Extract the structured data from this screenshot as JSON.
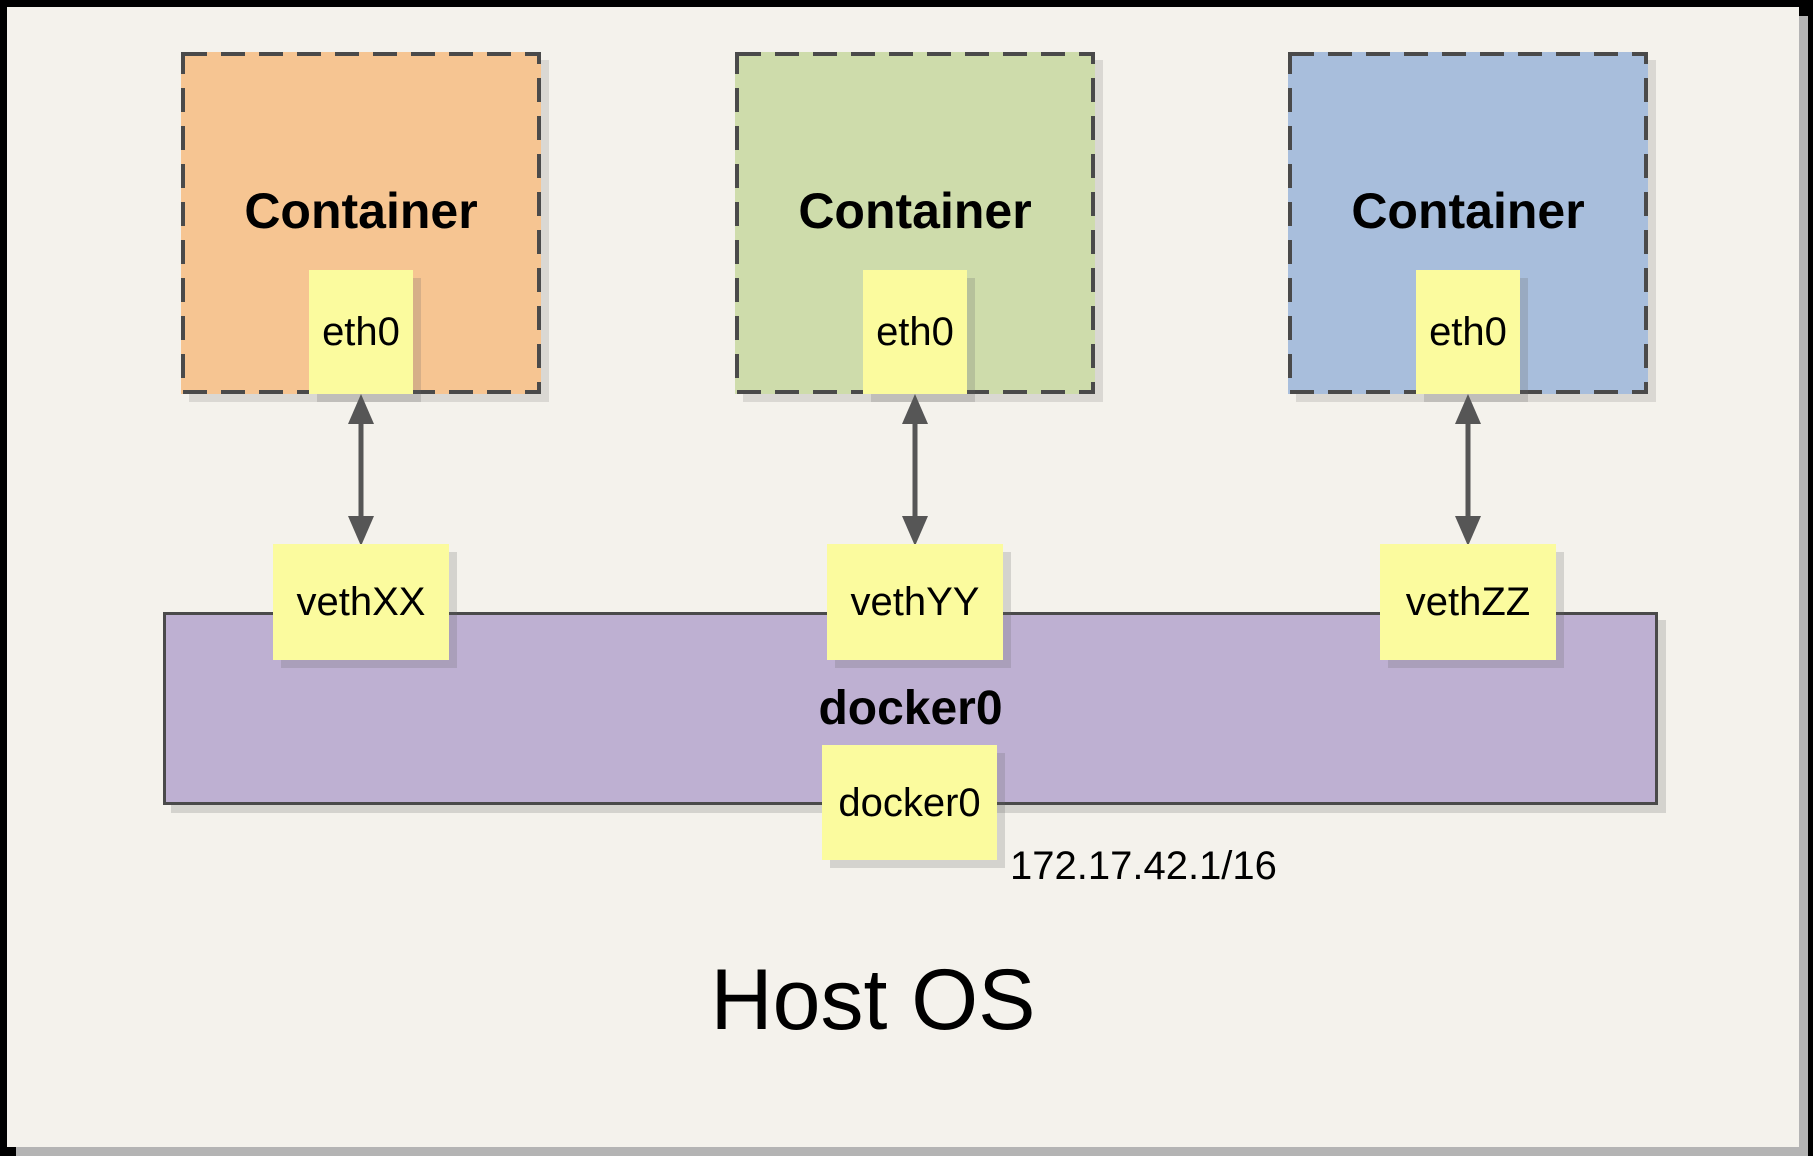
{
  "containers": [
    {
      "title": "Container",
      "interface": "eth0",
      "veth": "vethXX",
      "fill": "#F6C592"
    },
    {
      "title": "Container",
      "interface": "eth0",
      "veth": "vethYY",
      "fill": "#CEDCAB"
    },
    {
      "title": "Container",
      "interface": "eth0",
      "veth": "vethZZ",
      "fill": "#A8BEDC"
    }
  ],
  "bridge": {
    "title": "docker0",
    "interface": "docker0",
    "ip": "172.17.42.1/16",
    "fill": "#BEB0D2"
  },
  "host": {
    "title": "Host OS"
  },
  "palette": {
    "note_fill": "#FBFB9E",
    "canvas_bg": "#F4F2EC",
    "dash_border": "#4A4A4A",
    "arrow": "#565656",
    "frame": "#000000",
    "frame_shadow": "#B4B4B4"
  }
}
